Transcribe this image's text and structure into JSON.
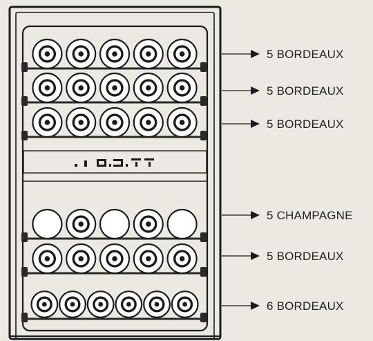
{
  "colors": {
    "background": "#ece8e2",
    "outline": "#1b1b1b",
    "bottle_fill": "#ffffff",
    "shelf_rail": "#2a2a2a"
  },
  "shelves": [
    {
      "label": "5 BORDEAUX",
      "bottles": [
        "neck",
        "neck",
        "neck",
        "neck",
        "neck"
      ]
    },
    {
      "label": "5 BORDEAUX",
      "bottles": [
        "neck",
        "neck",
        "neck",
        "neck",
        "neck"
      ]
    },
    {
      "label": "5 BORDEAUX",
      "bottles": [
        "neck",
        "neck",
        "neck",
        "neck",
        "neck"
      ]
    },
    {
      "label": "5 CHAMPAGNE",
      "bottles": [
        "base",
        "neck",
        "base",
        "neck",
        "base"
      ]
    },
    {
      "label": "5 BORDEAUX",
      "bottles": [
        "neck",
        "neck",
        "neck",
        "neck",
        "neck"
      ]
    },
    {
      "label": "6 BORDEAUX",
      "bottles": [
        "neck",
        "neck",
        "neck",
        "neck",
        "neck",
        "neck"
      ]
    }
  ],
  "control_panel": {
    "display_icon": "digital-display-icon"
  }
}
